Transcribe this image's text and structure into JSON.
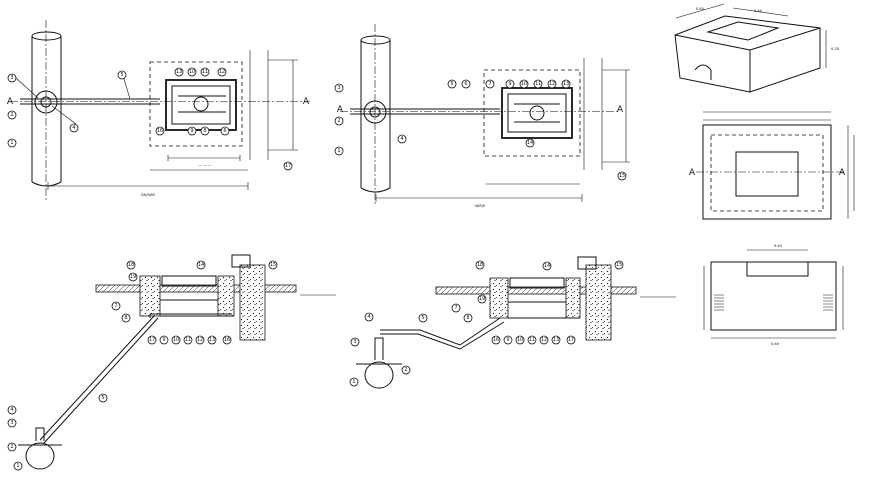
{
  "section_marker": "A",
  "tags": {
    "one": "1",
    "two": "2",
    "three": "3",
    "four": "4",
    "five": "5",
    "six": "6",
    "seven": "7",
    "eight": "8",
    "nine": "9",
    "ten": "10",
    "eleven": "11",
    "twelve": "12",
    "thirteen": "13",
    "fourteen": "14",
    "fifteen": "15",
    "sixteen": "16",
    "seventeen": "17",
    "eighteen": "18",
    "nineteen": "19"
  },
  "colors": {
    "ink": "#111111",
    "paper": "#ffffff"
  }
}
